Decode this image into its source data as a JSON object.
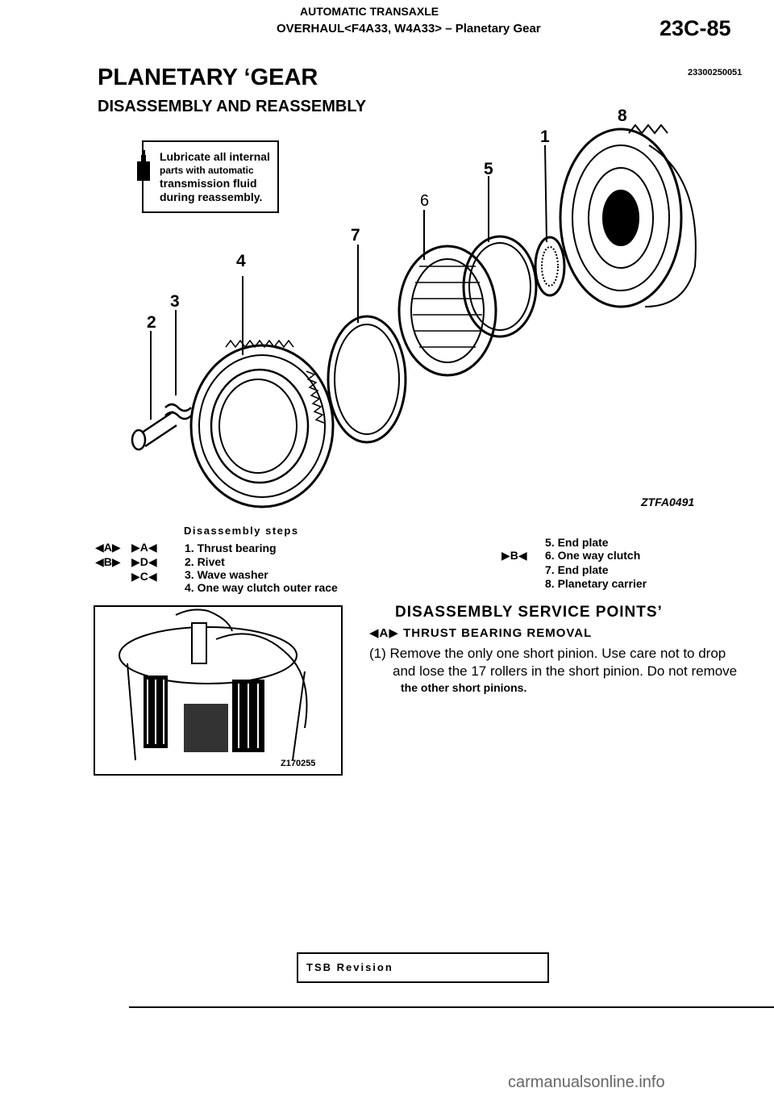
{
  "header": {
    "top_line": "AUTOMATIC TRANSAXLE",
    "sub_line": "OVERHAUL<F4A33, W4A33> – Planetary Gear",
    "page_number": "23C-85"
  },
  "title": "PLANETARY ‘GEAR",
  "subtitle": "DISASSEMBLY AND REASSEMBLY",
  "doc_number": "23300250051",
  "lube_note": {
    "line1": "Lubricate all internal",
    "line2": "parts with automatic",
    "line3": "transmission fluid",
    "line4": "during reassembly."
  },
  "figure": {
    "callouts": {
      "c1": "1",
      "c2": "2",
      "c3": "3",
      "c4": "4",
      "c5": "5",
      "c6": "6",
      "c7": "7",
      "c8": "8"
    },
    "figure_id": "ZTFA0491"
  },
  "steps": {
    "heading": "Disassembly steps",
    "items": [
      "1. Thrust bearing",
      "2. Rivet",
      "3. Wave washer",
      "4. One way clutch outer race",
      "5. End plate",
      "6. One way clutch",
      "7. End plate",
      "8. Planetary carrier"
    ],
    "marks": {
      "row1_left": "◀A▶",
      "row1_right": "▶A◀",
      "row2_left": "◀B▶",
      "row2_right": "▶D◀",
      "row3_right": "▶C◀",
      "item6": "▶B◀"
    }
  },
  "service": {
    "title": "DISASSEMBLY SERVICE POINTS’",
    "subtitle": "◀A▶ THRUST BEARING REMOVAL",
    "line1": "(1) Remove the only one short pinion. Use care not to drop",
    "line2": "and lose the 17 rollers in the short pinion. Do not remove",
    "line3": "the other short pinions.",
    "photo_id": "Z170255"
  },
  "footer": {
    "tsb": "TSB Revision",
    "watermark": "carmanualsonline.info"
  }
}
